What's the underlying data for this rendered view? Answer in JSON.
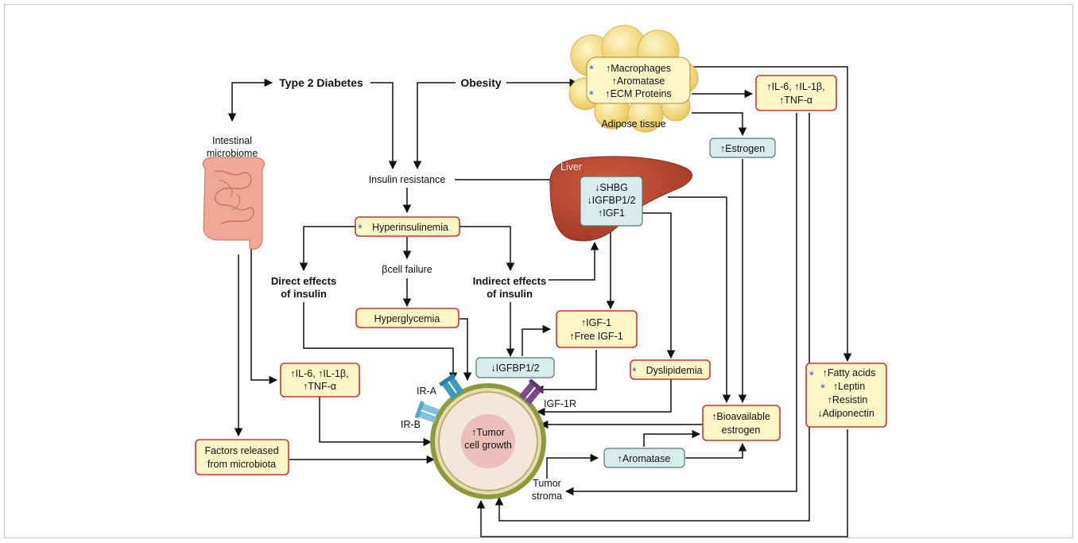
{
  "nodes": {
    "type2_diabetes": "Type 2 Diabetes",
    "obesity": "Obesity",
    "intestinal_microbiome_1": "Intestinal",
    "intestinal_microbiome_2": "microbiome",
    "insulin_resistance": "Insulin resistance",
    "hyperinsulinemia": "Hyperinsulinemia",
    "beta_cell_failure": "βcell failure",
    "direct_effects_1": "Direct effects",
    "direct_effects_2": "of insulin",
    "indirect_effects_1": "Indirect effects",
    "indirect_effects_2": "of insulin",
    "hyperglycemia": "Hyperglycemia",
    "igfbp12_box": "↓IGFBP1/2",
    "igf1_1": "↑IGF-1",
    "igf1_2": "↑Free IGF-1",
    "dyslipidemia": "Dyslipidemia",
    "liver_label": "Liver",
    "liver_1": "↓SHBG",
    "liver_2": "↓IGFBP1/2",
    "liver_3": "↑IGF1",
    "adipose_1": "↑Macrophages",
    "adipose_2": "↑Aromatase",
    "adipose_3": "↑ECM Proteins",
    "adipose_label": "Adipose tissue",
    "cytokines_top_1": "↑IL-6, ↑IL-1β,",
    "cytokines_top_2": "↑TNF-α",
    "estrogen": "↑Estrogen",
    "cytokines_left_1": "↑IL-6, ↑IL-1β,",
    "cytokines_left_2": "↑TNF-α",
    "microbiota_1": "Factors released",
    "microbiota_2": "from microbiota",
    "fatty_1": "↑Fatty acids",
    "fatty_2": "↑Leptin",
    "fatty_3": "↑Resistin",
    "fatty_4": "↓Adiponectin",
    "bioavailable_1": "↑Bioavailable",
    "bioavailable_2": "estrogen",
    "aromatase": "↑Aromatase",
    "tumor_stroma_1": "Tumor",
    "tumor_stroma_2": "stroma",
    "ira": "IR-A",
    "irb": "IR-B",
    "igf1r": "IGF-1R",
    "tumor_1": "↑Tumor",
    "tumor_2": "cell growth"
  },
  "colors": {
    "highlight_box_fill": "#fdf6c6",
    "highlight_box_border": "#d0342c",
    "teal_box_fill": "#d8ecec",
    "liver": "#b9432e",
    "asterisk": "#2b64d8",
    "adipose": "#f3de78",
    "intestine": "#f0a896"
  },
  "marker": "*"
}
